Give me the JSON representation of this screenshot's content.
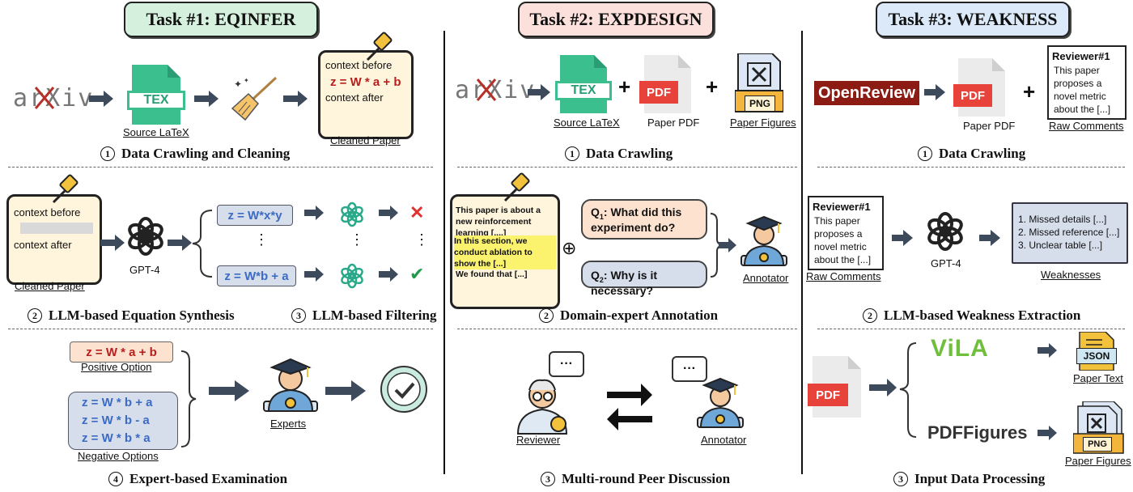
{
  "tasks": [
    {
      "title": "Task #1: EQINFER",
      "color": "#d5f0dc"
    },
    {
      "title": "Task #2: EXPDESIGN",
      "color": "#fbe0dc"
    },
    {
      "title": "Task #3: WEAKNESS",
      "color": "#dbe9f8"
    }
  ],
  "t1": {
    "arxiv": "arXiv",
    "tex_label": "TEX",
    "source_latex": "Source LaTeX",
    "cleaned_paper": "Cleaned Paper",
    "ctx_before": "context before",
    "ctx_eq": "z = W * a + b",
    "ctx_after": "context after",
    "step1_num": "1",
    "step1": "Data Crawling and Cleaning",
    "gpt4": "GPT-4",
    "eq1": "z = W*x*y",
    "eq2": "z = W*b + a",
    "dots": "⋮",
    "step2_num": "2",
    "step2": "LLM-based Equation Synthesis",
    "step3_num": "3",
    "step3": "LLM-based Filtering",
    "pos_eq": "z = W * a + b",
    "pos_label": "Positive Option",
    "neg_eqs": [
      "z = W * b + a",
      "z = W * b - a",
      "z = W * b * a"
    ],
    "neg_label": "Negative Options",
    "experts": "Experts",
    "step4_num": "4",
    "step4": "Expert-based Examination",
    "cross": "✕",
    "check": "✔"
  },
  "t2": {
    "arxiv": "arXiv",
    "tex_label": "TEX",
    "source_latex": "Source LaTeX",
    "pdf": "PDF",
    "paper_pdf": "Paper PDF",
    "png": "PNG",
    "paper_figures": "Paper Figures",
    "plus": "+",
    "step1_num": "1",
    "step1": "Data Crawling",
    "note1": "This paper is about a new reinforcement learning [....]",
    "note2": "In this section, we conduct ablation to show the  [...]",
    "note3": "We found that [...]",
    "oplus": "⊕",
    "q1": "Q",
    "q1_sub": "1",
    "q1_text": ": What did this experiment do?",
    "q2": "Q",
    "q2_sub": "2",
    "q2_text": ": Why is it necessary?",
    "annotator": "Annotator",
    "step2_num": "2",
    "step2": "Domain-expert Annotation",
    "reviewer": "Reviewer",
    "annotator2": "Annotator",
    "bubble": "···",
    "step3_num": "3",
    "step3": "Multi-round Peer Discussion"
  },
  "t3": {
    "openreview": "OpenReview",
    "pdf": "PDF",
    "paper_pdf": "Paper PDF",
    "plus": "+",
    "rev_title": "Reviewer#1",
    "rev_lines": [
      "This paper",
      "proposes a",
      "novel metric",
      "about the [...]"
    ],
    "raw_comments": "Raw Comments",
    "step1_num": "1",
    "step1": "Data Crawling",
    "rev2_title": "Reviewer#1",
    "rev2_lines": [
      "This paper",
      "proposes a",
      "novel metric",
      "about the [...]"
    ],
    "raw_comments2": "Raw Comments",
    "gpt4": "GPT-4",
    "weak_lines": [
      "1. Missed details [...]",
      "2. Missed reference [...]",
      "3. Unclear table [...]"
    ],
    "weaknesses": "Weaknesses",
    "step2_num": "2",
    "step2": "LLM-based Weakness Extraction",
    "pdf2": "PDF",
    "vila": "ViLA",
    "json": "JSON",
    "paper_text": "Paper Text",
    "pdffigures": "PDFFigures",
    "png": "PNG",
    "paper_figures": "Paper Figures",
    "step3_num": "3",
    "step3": "Input Data Processing"
  }
}
